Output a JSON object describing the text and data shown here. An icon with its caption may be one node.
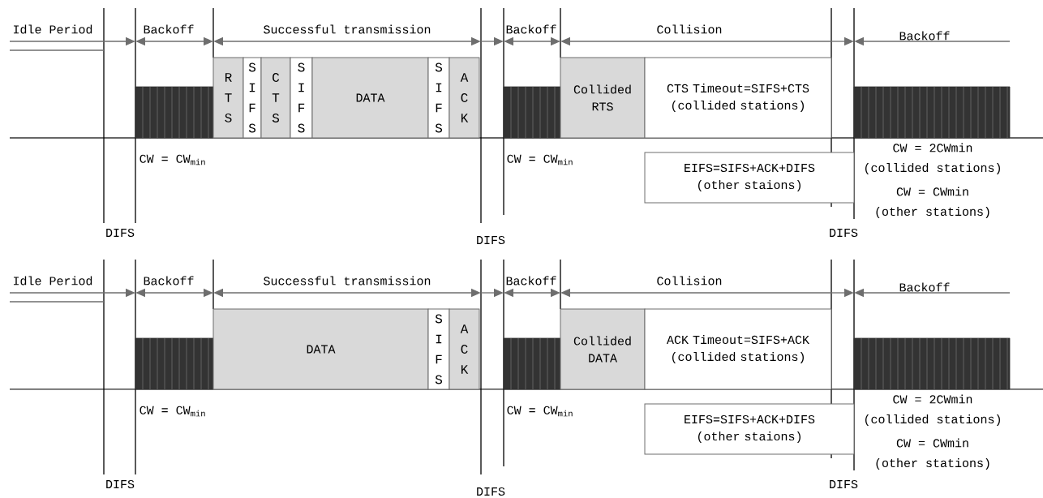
{
  "diagram": {
    "nodes": [
      {
        "text": [],
        "shape": "bar"
      },
      {
        "text": [
          "R T S"
        ]
      },
      {
        "text": [
          "S I F S"
        ]
      },
      {
        "text": [
          "C T S"
        ]
      },
      {
        "text": [
          "S I F S"
        ]
      },
      {
        "text": [
          "DATA"
        ]
      },
      {
        "text": [
          "S I F S"
        ]
      },
      {
        "text": [
          "A C K"
        ]
      },
      {
        "text": [],
        "shape": "bar"
      },
      {
        "text": [
          "Collided RTS"
        ]
      },
      {
        "text": [
          "CTS Timeout=SIFS+CTS",
          "(collided stations)"
        ]
      },
      {
        "text": [],
        "shape": "bar"
      },
      {
        "text": [
          "EIFS=SIFS+ACK+DIFS",
          "(other staions)"
        ]
      },
      {
        "text": [],
        "shape": "bar"
      },
      {
        "text": [
          "DATA"
        ]
      },
      {
        "text": [
          "S I F S"
        ]
      },
      {
        "text": [
          "A C K"
        ]
      },
      {
        "text": [],
        "shape": "bar"
      },
      {
        "text": [
          "Collided DATA"
        ]
      },
      {
        "text": [
          "ACK Timeout=SIFS+ACK",
          "(collided stations)"
        ]
      },
      {
        "text": [],
        "shape": "bar"
      },
      {
        "text": [
          "EIFS=SIFS+ACK+DIFS",
          "(other staions)"
        ]
      }
    ],
    "labels": [
      "Idle Period",
      "Backoff",
      "Successful transmission",
      "Backoff",
      "Collision",
      "Backoff",
      "CW = CW$_{min}$",
      "CW = CW$_{min}$",
      "CW = 2CWmin",
      "(collided stations)",
      "CW = CWmin",
      "(other stations)",
      "DIFS",
      "DIFS",
      "DIFS",
      "Idle Period",
      "Backoff",
      "Successful transmission",
      "Backoff",
      "Collision",
      "Backoff",
      "CW = CW$_{min}$",
      "CW = CW$_{min}$",
      "CW = 2CWmin",
      "(collided stations)",
      "CW = CWmin",
      "(other stations)",
      "DIFS",
      "DIFS",
      "DIFS"
    ]
  }
}
